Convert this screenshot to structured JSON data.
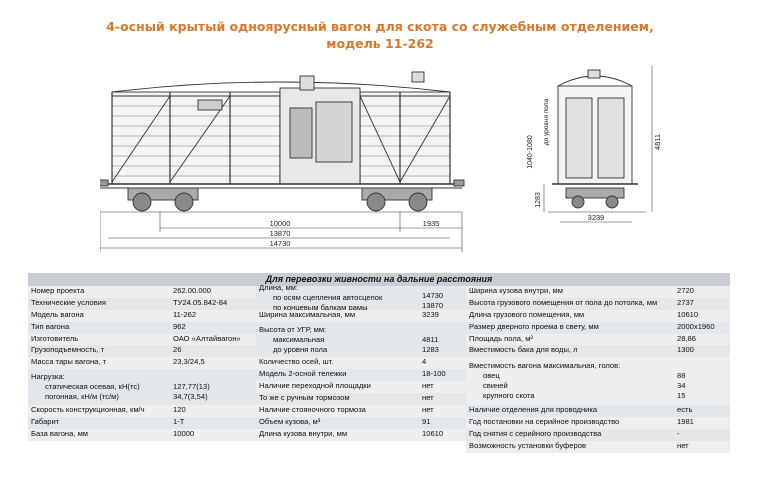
{
  "title_line1": "4-осный крытый одноярусный вагон для скота со служебным отделением,",
  "title_line2": "модель 11-262",
  "dims": {
    "d10000": "10000",
    "d1935": "1935",
    "d13870": "13870",
    "d14730": "14730",
    "d3239": "3239",
    "d4811": "4811",
    "d1283": "1283",
    "d1040": "1040-1080",
    "rail_label": "до уровня пола"
  },
  "table": {
    "header": "Для перевозки живности на дальние расстояния",
    "col1": [
      {
        "label": "Номер проекта",
        "value": "262.00.000"
      },
      {
        "label": "Технические условия",
        "value": "ТУ24.05.842-84"
      },
      {
        "label": "Модель вагона",
        "value": "11-262"
      },
      {
        "label": "Тип вагона",
        "value": "962"
      },
      {
        "label": "Изготовитель",
        "value": "ОАО «Алтайвагон»"
      },
      {
        "label": "Грузоподъемность, т",
        "value": "26"
      },
      {
        "label": "Масса тары вагона, т",
        "value": "23,3/24,5"
      },
      {
        "label": "Нагрузка:",
        "sub": [
          "статическая осевая, кН(тс)",
          "погонная, кН/м (тс/м)"
        ],
        "subvals": [
          "127,77(13)",
          "34,7(3,54)"
        ]
      },
      {
        "label": "Скорость конструкционная, км/ч",
        "value": "120"
      },
      {
        "label": "Габарит",
        "value": "1-Т"
      },
      {
        "label": "База вагона, мм",
        "value": "10000"
      }
    ],
    "col2": [
      {
        "label": "Длина, мм:",
        "sub": [
          "по осям сцепления автосцепок",
          "по концевым балкам рамы"
        ],
        "subvals": [
          "14730",
          "13870"
        ]
      },
      {
        "label": "Ширина максимальная, мм",
        "value": "3239"
      },
      {
        "label": "Высота от УГР, мм:",
        "sub": [
          "максимальная",
          "до уровня пола"
        ],
        "subvals": [
          "4811",
          "1283"
        ]
      },
      {
        "label": "Количество осей, шт.",
        "value": "4"
      },
      {
        "label": "Модель 2-осной тележки",
        "value": "18-100"
      },
      {
        "label": "Наличие переходной площадки",
        "value": "нет"
      },
      {
        "label": "То же с ручным тормозом",
        "value": "нет"
      },
      {
        "label": "Наличие стояночного тормоза",
        "value": "нет"
      },
      {
        "label": "Объем кузова, м³",
        "value": "91"
      },
      {
        "label": "Длина кузова внутри, мм",
        "value": "10610"
      }
    ],
    "col3": [
      {
        "label": "Ширина кузова внутри, мм",
        "value": "2720"
      },
      {
        "label": "Высота грузового помещения от пола до потолка, мм",
        "value": "2737"
      },
      {
        "label": "Длина грузового помещения, мм",
        "value": "10610"
      },
      {
        "label": "Размер дверного проема в свету, мм",
        "value": "2000х1960"
      },
      {
        "label": "Площадь пола, м²",
        "value": "28,86"
      },
      {
        "label": "Вместимость бака для воды, л",
        "value": "1300"
      },
      {
        "label": "Вместимость вагона максимальная, голов:",
        "sub": [
          "овец",
          "свиней",
          "крупного скота"
        ],
        "subvals": [
          "88",
          "34",
          "15"
        ]
      },
      {
        "label": "Наличие отделения для проводника",
        "value": "есть"
      },
      {
        "label": "Год постановки на серийное производство",
        "value": "1981"
      },
      {
        "label": "Год снятия с серийного производства",
        "value": "-"
      },
      {
        "label": "Возможность установки буферов",
        "value": "нет"
      }
    ]
  }
}
